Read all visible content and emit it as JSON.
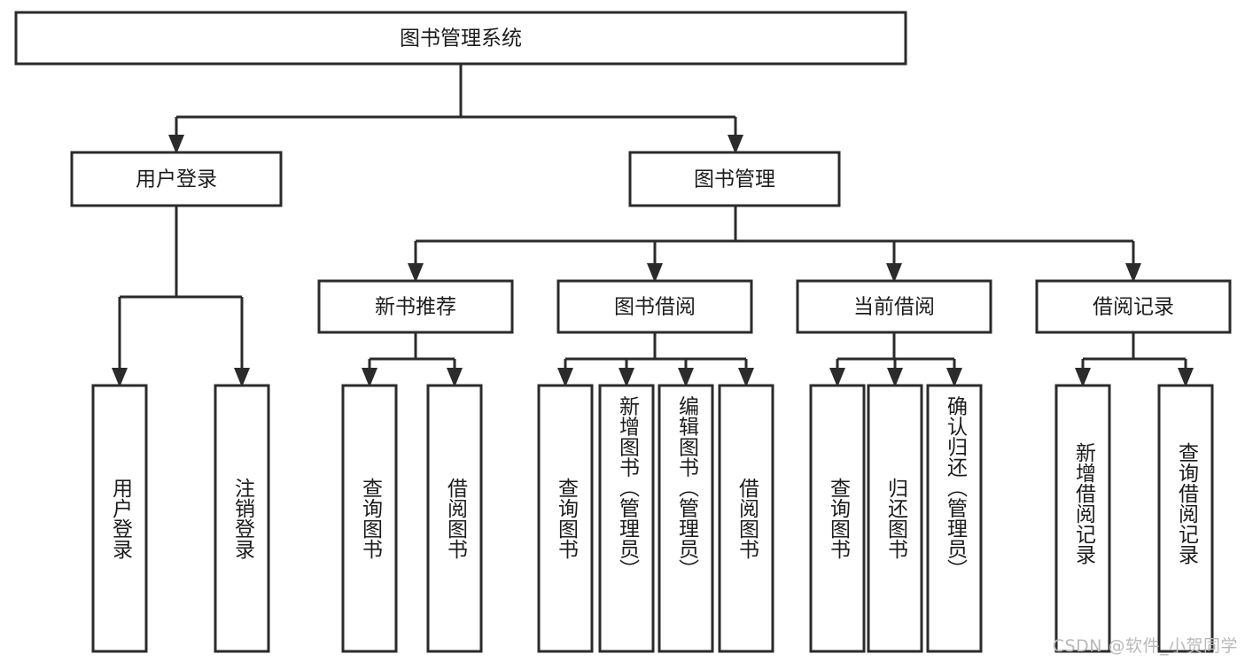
{
  "diagram": {
    "type": "hierarchy-tree",
    "title": "图书管理系统",
    "orientation": "top-down",
    "colors": {
      "box_fill": "#ffffff",
      "box_stroke": "#2b2b2b",
      "text": "#1c1c1c",
      "watermark": "#b9b9b9",
      "background": "#ffffff"
    },
    "watermark": "CSDN @软件_小贺同学",
    "levels": 4
  },
  "nodes": {
    "root": {
      "label": "图书管理系统",
      "level": 0,
      "orientation": "horizontal"
    },
    "l1": [
      {
        "id": "user-login",
        "label": "用户登录",
        "level": 1,
        "orientation": "horizontal"
      },
      {
        "id": "book-manage",
        "label": "图书管理",
        "level": 1,
        "orientation": "horizontal"
      }
    ],
    "l2": [
      {
        "id": "new-book-rec",
        "label": "新书推荐",
        "level": 2,
        "orientation": "horizontal",
        "parent": "book-manage"
      },
      {
        "id": "book-borrow",
        "label": "图书借阅",
        "level": 2,
        "orientation": "horizontal",
        "parent": "book-manage"
      },
      {
        "id": "current-borrow",
        "label": "当前借阅",
        "level": 2,
        "orientation": "horizontal",
        "parent": "book-manage"
      },
      {
        "id": "borrow-record",
        "label": "借阅记录",
        "level": 2,
        "orientation": "horizontal",
        "parent": "book-manage"
      }
    ],
    "leaves": [
      {
        "id": "leaf-user-login",
        "label": "用户登录",
        "parent": "user-login",
        "orientation": "vertical"
      },
      {
        "id": "leaf-user-logout",
        "label": "注销登录",
        "parent": "user-login",
        "orientation": "vertical"
      },
      {
        "id": "leaf-query-book-1",
        "label": "查询图书",
        "parent": "new-book-rec",
        "orientation": "vertical"
      },
      {
        "id": "leaf-borrow-book-1",
        "label": "借阅图书",
        "parent": "new-book-rec",
        "orientation": "vertical"
      },
      {
        "id": "leaf-query-book-2",
        "label": "查询图书",
        "parent": "book-borrow",
        "orientation": "vertical"
      },
      {
        "id": "leaf-add-book",
        "label": "新增图书（管理员）",
        "parent": "book-borrow",
        "orientation": "vertical"
      },
      {
        "id": "leaf-edit-book",
        "label": "编辑图书（管理员）",
        "parent": "book-borrow",
        "orientation": "vertical"
      },
      {
        "id": "leaf-borrow-book-2",
        "label": "借阅图书",
        "parent": "book-borrow",
        "orientation": "vertical"
      },
      {
        "id": "leaf-query-book-3",
        "label": "查询图书",
        "parent": "current-borrow",
        "orientation": "vertical"
      },
      {
        "id": "leaf-return-book",
        "label": "归还图书",
        "parent": "current-borrow",
        "orientation": "vertical"
      },
      {
        "id": "leaf-confirm-return",
        "label": "确认归还（管理员）",
        "parent": "current-borrow",
        "orientation": "vertical"
      },
      {
        "id": "leaf-add-record",
        "label": "新增借阅记录",
        "parent": "borrow-record",
        "orientation": "vertical"
      },
      {
        "id": "leaf-query-record",
        "label": "查询借阅记录",
        "parent": "borrow-record",
        "orientation": "vertical"
      }
    ]
  }
}
